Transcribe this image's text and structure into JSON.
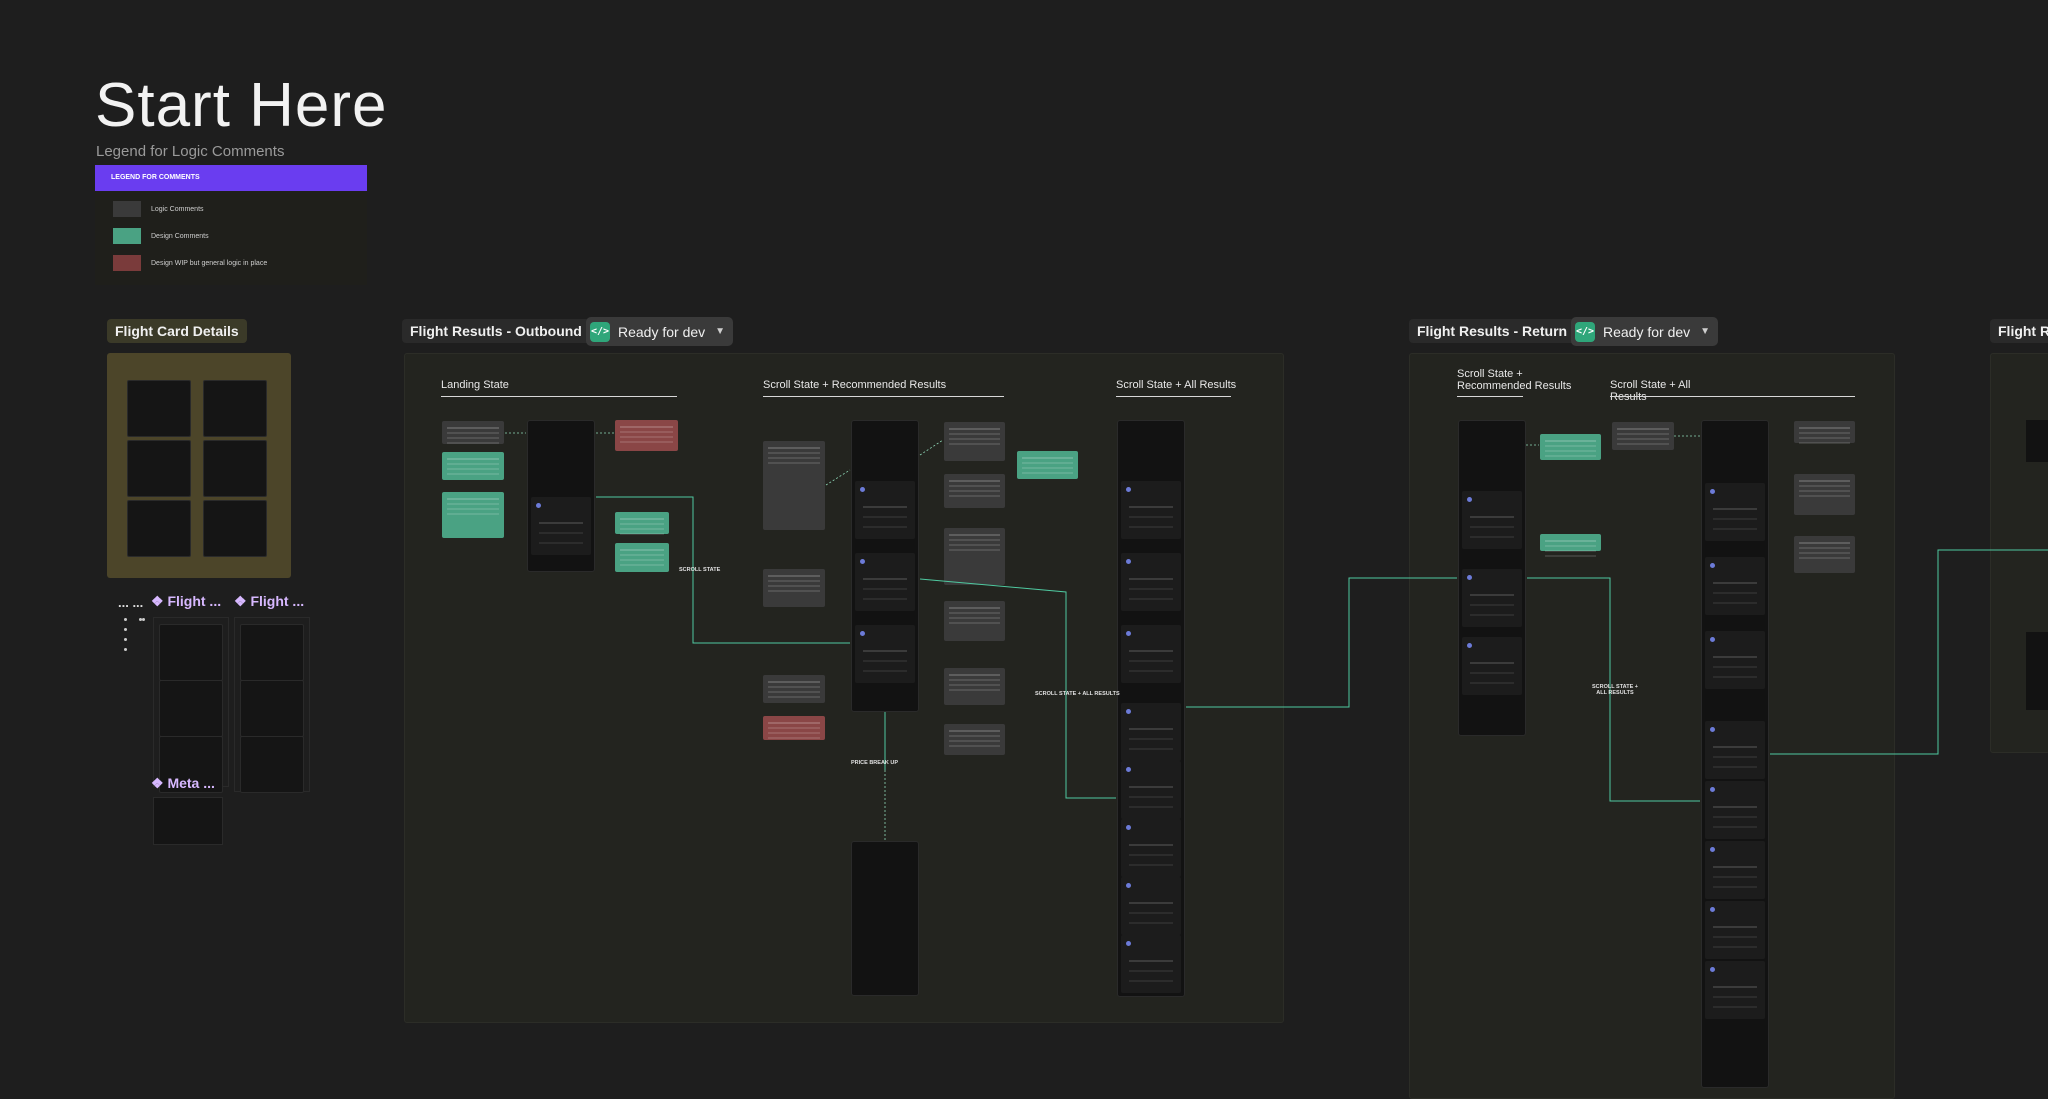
{
  "header": {
    "title": "Start Here",
    "subtitle": "Legend for Logic Comments"
  },
  "legend": {
    "header": "LEGEND FOR COMMENTS",
    "items": [
      {
        "label": "Logic Comments",
        "color": "#3a3a3a"
      },
      {
        "label": "Design Comments",
        "color": "#4aa283"
      },
      {
        "label": "Design WIP but general logic in place",
        "color": "#7a3b3b"
      }
    ]
  },
  "frames": {
    "flight_card_details": {
      "label": "Flight Card Details"
    },
    "outbound": {
      "label": "Flight Resutls - Outbound",
      "status": "Ready for dev",
      "sections": [
        "Landing State",
        "Scroll State + Recommended Results",
        "Scroll State + All Results"
      ],
      "connectors": [
        "SCROLL STATE",
        "SCROLL STATE + ALL RESULTS",
        "PRICE BREAK UP"
      ]
    },
    "return": {
      "label": "Flight Results - Return",
      "status": "Ready for dev",
      "sections": [
        "Scroll State +\nRecommended Results",
        "Scroll State + All\nResults"
      ],
      "connector": "SCROLL STATE +\nALL RESULTS"
    },
    "next": {
      "label": "Flight Re"
    }
  },
  "components": {
    "flight_a": "❖ Flight ...",
    "flight_b": "❖ Flight ...",
    "meta": "❖ Meta ...",
    "dots": "... ..."
  },
  "colors": {
    "canvas": "#1e1e1e",
    "accent": "#6a3df0",
    "status_green": "#2fa67a",
    "connector": "#4fc9a0",
    "component_label": "#d7b8ff"
  },
  "icons": {
    "status": "code-icon",
    "dropdown": "chevron-down-icon",
    "component": "component-diamond-icon"
  }
}
